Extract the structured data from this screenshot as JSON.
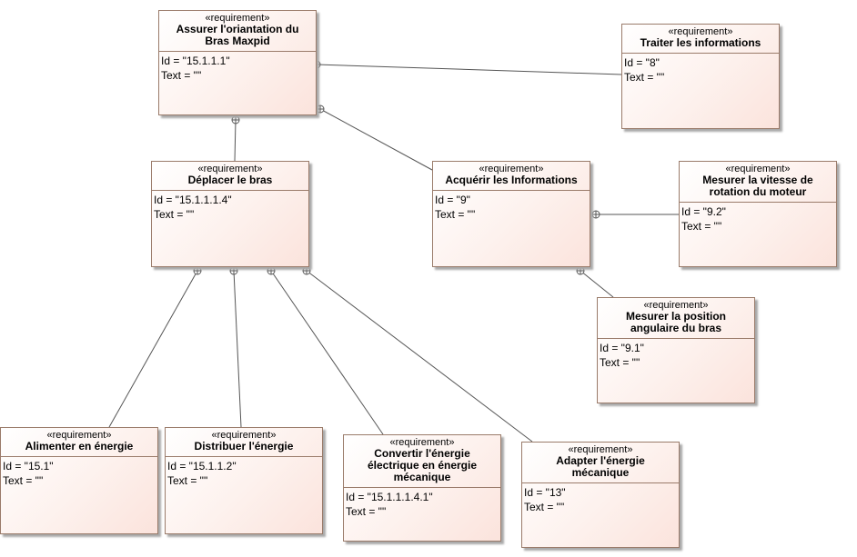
{
  "stereotype": "«requirement»",
  "requirements": [
    {
      "name": "Assurer l'oriantation du Bras Maxpid",
      "id_line": "Id = \"15.1.1.1\"",
      "text_line": "Text = \"\""
    },
    {
      "name": "Traiter les informations",
      "id_line": "Id = \"8\"",
      "text_line": "Text = \"\""
    },
    {
      "name": "Déplacer le bras",
      "id_line": "Id = \"15.1.1.1.4\"",
      "text_line": "Text = \"\""
    },
    {
      "name": "Acquérir les Informations",
      "id_line": "Id = \"9\"",
      "text_line": "Text = \"\""
    },
    {
      "name": "Mesurer la vitesse de rotation du moteur",
      "id_line": "Id = \"9.2\"",
      "text_line": "Text = \"\""
    },
    {
      "name": "Mesurer la position angulaire du bras",
      "id_line": "Id = \"9.1\"",
      "text_line": "Text = \"\""
    },
    {
      "name": "Alimenter en énergie",
      "id_line": "Id = \"15.1\"",
      "text_line": "Text = \"\""
    },
    {
      "name": "Distribuer l'énergie",
      "id_line": "Id = \"15.1.1.2\"",
      "text_line": "Text = \"\""
    },
    {
      "name": "Convertir l'énergie électrique en énergie mécanique",
      "id_line": "Id = \"15.1.1.1.4.1\"",
      "text_line": "Text = \"\""
    },
    {
      "name": "Adapter l'énergie mécanique",
      "id_line": "Id = \"13\"",
      "text_line": "Text = \"\""
    }
  ]
}
